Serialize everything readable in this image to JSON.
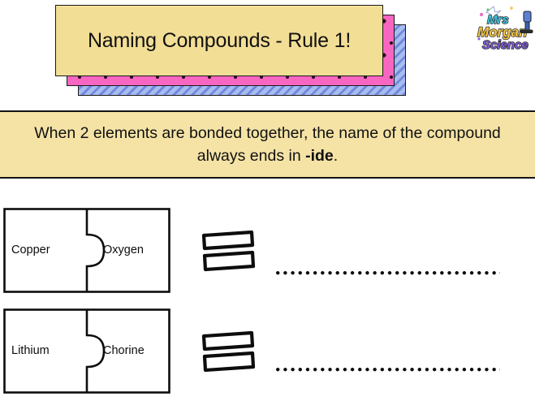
{
  "title_card": {
    "text": "Naming Compounds - Rule 1!",
    "colors": {
      "card": "#F2DE95",
      "shadow_pink": "#F766C0",
      "shadow_blue": "#8FA7E8",
      "outline": "#1A1A1A"
    }
  },
  "logo": {
    "name": "mrs-morgan-science-logo",
    "line1": "Mrs",
    "line2": "Morgan",
    "line3": "Science",
    "colors": {
      "line1": "#3FC8E4",
      "line2": "#F5C542",
      "line3": "#7E5BD6",
      "accent_pink": "#F06CC0",
      "accent_green": "#63C96B",
      "outline": "#2A2A2A"
    }
  },
  "rule_banner": {
    "text_before": "When 2 elements are bonded together, the name of the compound always ends in ",
    "text_bold": "-ide",
    "text_after": ".",
    "background": "#F5E3A6",
    "border": "#141414"
  },
  "questions": [
    {
      "left_element": "Copper",
      "right_element": "Oxygen",
      "operator": "equals",
      "answer": ""
    },
    {
      "left_element": "Lithium",
      "right_element": "Chorine",
      "operator": "equals",
      "answer": ""
    }
  ]
}
